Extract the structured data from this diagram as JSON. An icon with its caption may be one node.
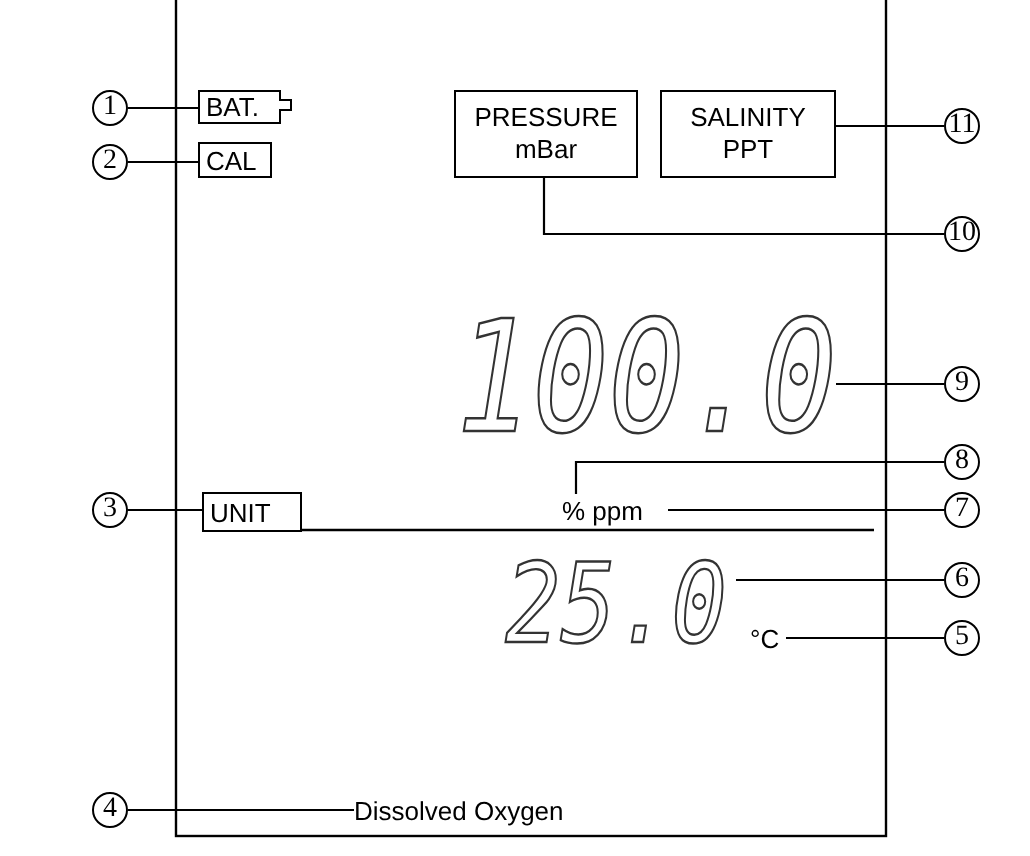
{
  "diagram": {
    "nodes": [
      {
        "text": [
          "1"
        ]
      },
      {
        "text": [
          "BAT."
        ]
      },
      {
        "text": [
          "2"
        ]
      },
      {
        "text": [
          "CAL"
        ]
      },
      {
        "text": [
          "PRESSURE",
          "mBar"
        ]
      },
      {
        "text": [
          "SALINITY",
          "PPT"
        ]
      },
      {
        "text": [
          "11"
        ]
      },
      {
        "text": [
          "10"
        ]
      },
      {
        "text": [
          "100.0"
        ]
      },
      {
        "text": [
          "9"
        ]
      },
      {
        "text": [
          "8"
        ]
      },
      {
        "text": [
          "3"
        ]
      },
      {
        "text": [
          "UNIT"
        ]
      },
      {
        "text": [
          "% ppm"
        ]
      },
      {
        "text": [
          "7"
        ]
      },
      {
        "text": [
          "25.0"
        ]
      },
      {
        "text": [
          "6"
        ]
      },
      {
        "text": [
          "°C"
        ]
      },
      {
        "text": [
          "5"
        ]
      },
      {
        "text": [
          "4"
        ]
      },
      {
        "text": [
          "Dissolved Oxygen"
        ]
      }
    ],
    "edges": [
      {
        "from": 0,
        "to": 1,
        "arrow": "none"
      },
      {
        "from": 2,
        "to": 3,
        "arrow": "none"
      },
      {
        "from": 6,
        "to": 5,
        "arrow": "none"
      },
      {
        "from": 7,
        "to": 4,
        "arrow": "none"
      },
      {
        "from": 9,
        "to": 8,
        "arrow": "none"
      },
      {
        "from": 10,
        "to": 13,
        "arrow": "none"
      },
      {
        "from": 14,
        "to": 13,
        "arrow": "none"
      },
      {
        "from": 16,
        "to": 15,
        "arrow": "none"
      },
      {
        "from": 18,
        "to": 17,
        "arrow": "none"
      },
      {
        "from": 11,
        "to": 12,
        "arrow": "none"
      },
      {
        "from": 19,
        "to": 20,
        "arrow": "none"
      }
    ]
  }
}
